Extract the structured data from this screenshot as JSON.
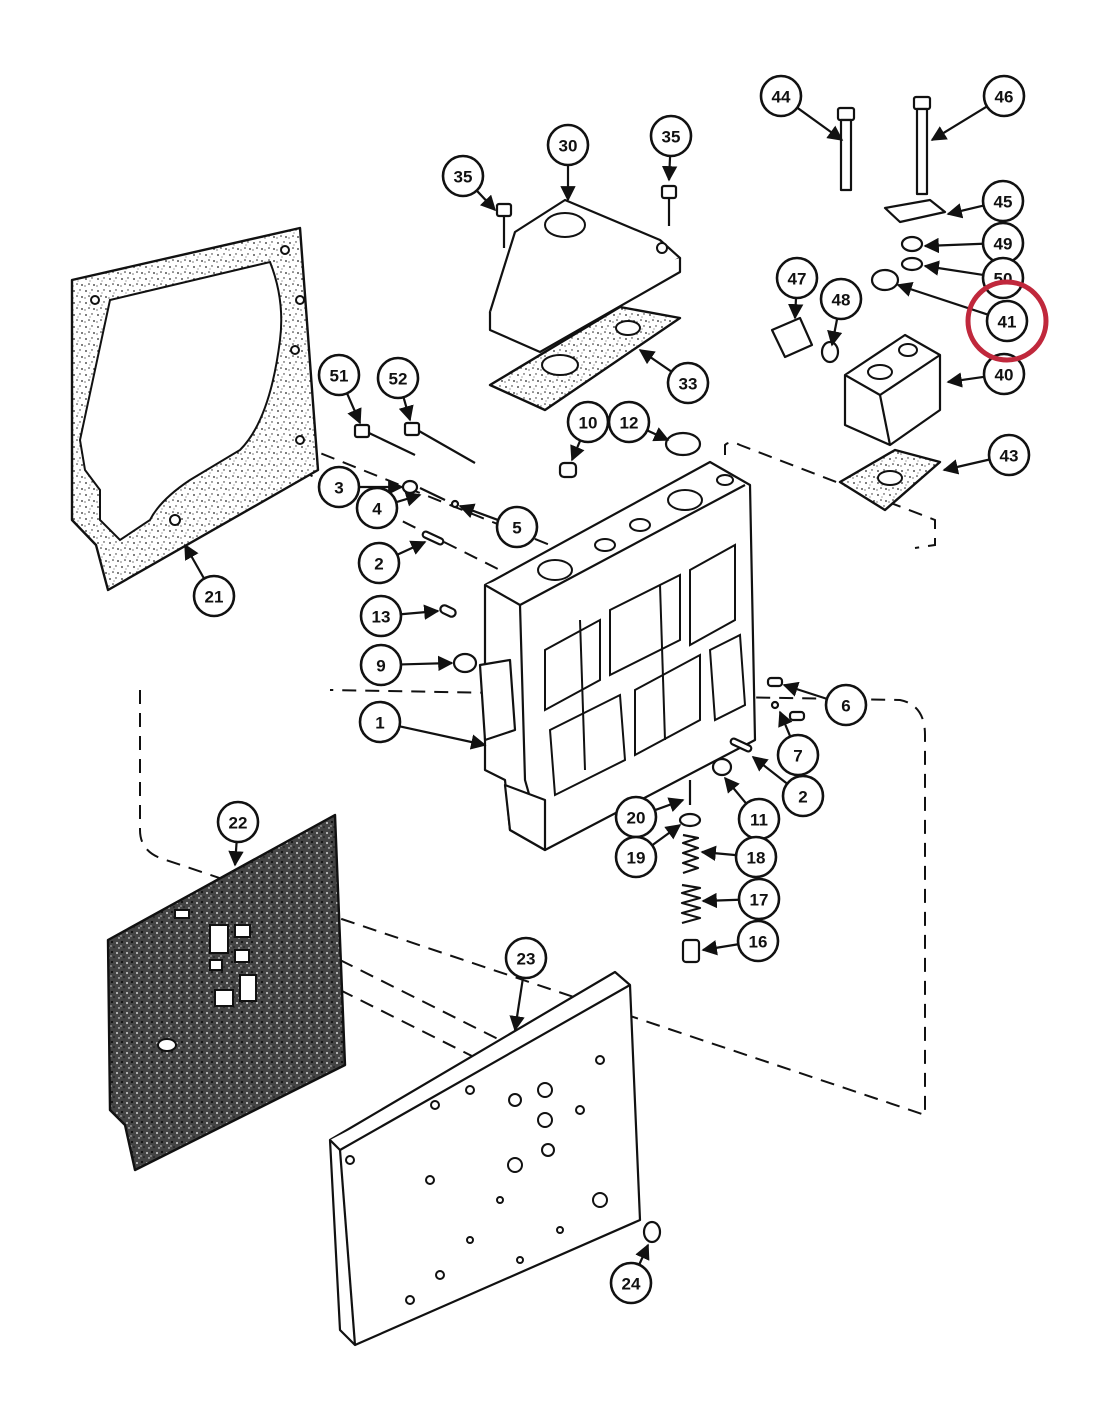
{
  "diagram": {
    "callouts": [
      {
        "label": "44"
      },
      {
        "label": "46"
      },
      {
        "label": "30"
      },
      {
        "label": "35"
      },
      {
        "label": "35"
      },
      {
        "label": "45"
      },
      {
        "label": "49"
      },
      {
        "label": "50"
      },
      {
        "label": "41"
      },
      {
        "label": "47"
      },
      {
        "label": "48"
      },
      {
        "label": "40"
      },
      {
        "label": "33"
      },
      {
        "label": "51"
      },
      {
        "label": "52"
      },
      {
        "label": "10"
      },
      {
        "label": "12"
      },
      {
        "label": "43"
      },
      {
        "label": "3"
      },
      {
        "label": "4"
      },
      {
        "label": "5"
      },
      {
        "label": "2"
      },
      {
        "label": "21"
      },
      {
        "label": "13"
      },
      {
        "label": "9"
      },
      {
        "label": "6"
      },
      {
        "label": "1"
      },
      {
        "label": "7"
      },
      {
        "label": "2"
      },
      {
        "label": "20"
      },
      {
        "label": "11"
      },
      {
        "label": "22"
      },
      {
        "label": "19"
      },
      {
        "label": "18"
      },
      {
        "label": "17"
      },
      {
        "label": "16"
      },
      {
        "label": "23"
      },
      {
        "label": "24"
      }
    ],
    "highlight": {
      "label": "41",
      "color": "#c0283c"
    }
  }
}
